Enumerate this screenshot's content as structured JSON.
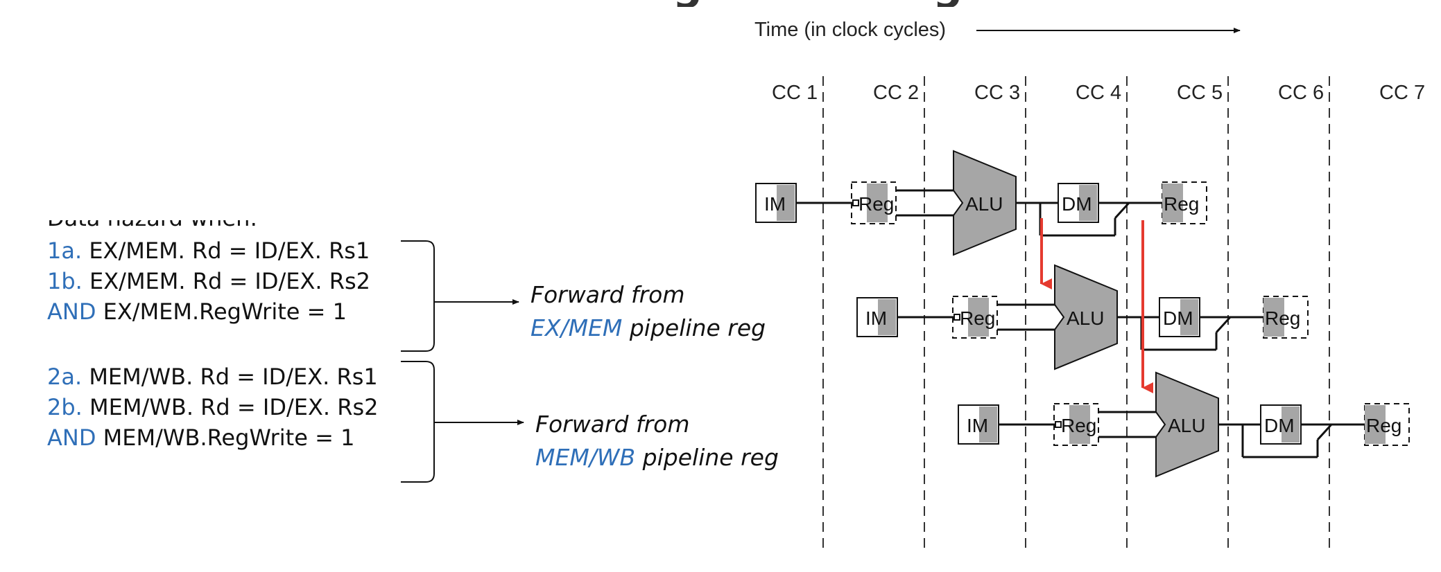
{
  "heading_clipped": "Data hazard when:",
  "slide_title_clipped": "Forwarding: Detecting the Hazard",
  "time_axis": {
    "label": "Time (in clock cycles)"
  },
  "clock_cycles": [
    "CC 1",
    "CC 2",
    "CC 3",
    "CC 4",
    "CC 5",
    "CC 6",
    "CC 7"
  ],
  "stage_labels": {
    "im": "IM",
    "reg": "Reg",
    "alu": "ALU",
    "dm": "DM"
  },
  "instructions": 3,
  "conditions": {
    "group1": [
      {
        "prefix": "1a.",
        "text": "EX/MEM. Rd = ID/EX. Rs1"
      },
      {
        "prefix": "1b.",
        "text": "EX/MEM. Rd = ID/EX. Rs2"
      },
      {
        "prefix": "AND",
        "text": "EX/MEM.RegWrite = 1"
      }
    ],
    "group2": [
      {
        "prefix": "2a.",
        "text": "MEM/WB. Rd = ID/EX. Rs1"
      },
      {
        "prefix": "2b.",
        "text": "MEM/WB. Rd = ID/EX. Rs2"
      },
      {
        "prefix": "AND",
        "text": "MEM/WB.RegWrite = 1"
      }
    ]
  },
  "forward": {
    "ex_mem": {
      "line1": "Forward from",
      "reg": "EX/MEM",
      "suffix": " pipeline reg"
    },
    "mem_wb": {
      "line1": "Forward from",
      "reg": "MEM/WB",
      "suffix": " pipeline reg"
    }
  },
  "colors": {
    "accent": "#2f6fb8",
    "forward_arrow": "#e53a2f",
    "stage_fill": "#a6a6a6"
  }
}
